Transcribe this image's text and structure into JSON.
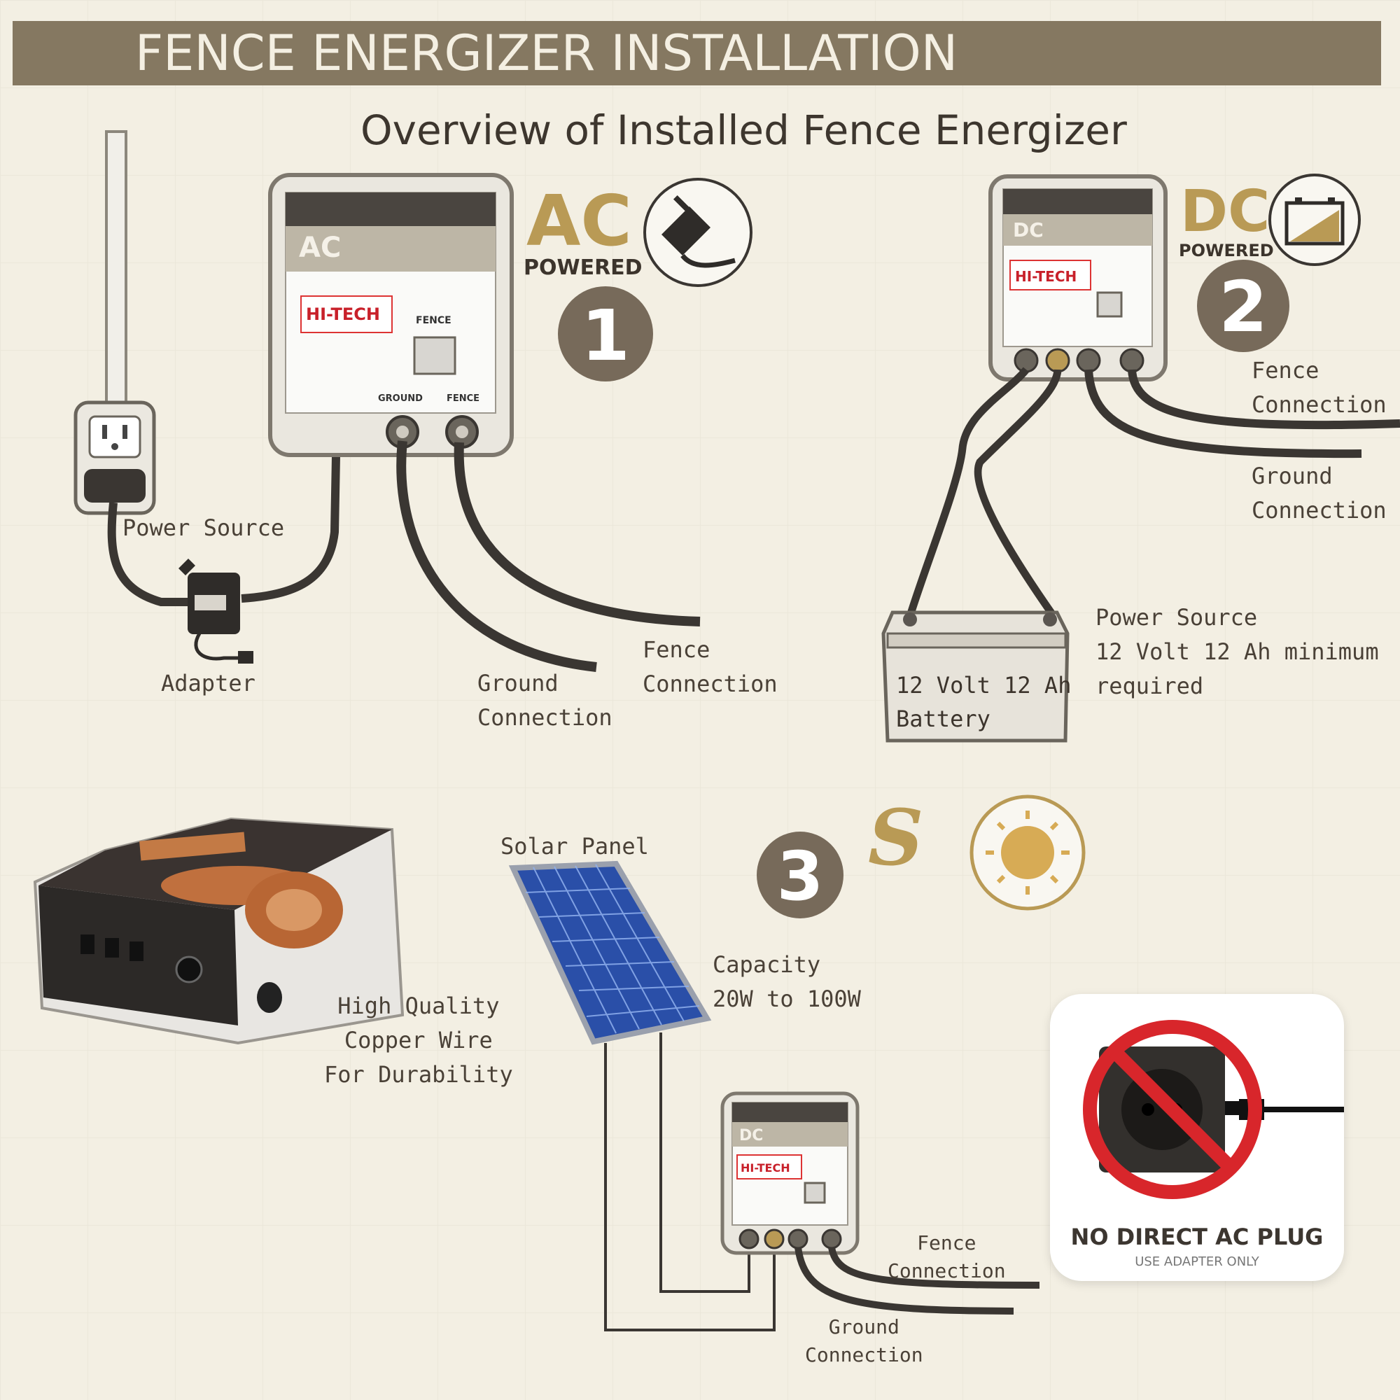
{
  "title": "FENCE ENERGIZER INSTALLATION",
  "subtitle": "Overview of Installed Fence Energizer",
  "ac_section": {
    "number": "1",
    "mode": "AC",
    "mode_sub": "POWERED",
    "device_badge": "AC",
    "brand": "HI-TECH",
    "device_fence_label": "FENCE",
    "terminal_ground": "GROUND",
    "terminal_fence": "FENCE",
    "label_power_source": "Power Source",
    "label_adapter": "Adapter",
    "label_ground": "Ground\nConnection",
    "label_fence": "Fence\nConnection"
  },
  "dc_section": {
    "number": "2",
    "mode": "DC",
    "mode_sub": "POWERED",
    "device_badge": "DC",
    "brand": "HI-TECH",
    "label_fence": "Fence\nConnection",
    "label_ground": "Ground\nConnection",
    "battery_label": "12 Volt 12 Ah\nBattery",
    "label_power_source": "Power Source\n12 Volt 12 Ah minimum\nrequired"
  },
  "solar_section": {
    "number": "3",
    "mode": "S",
    "label_solar_panel": "Solar Panel",
    "label_capacity": "Capacity\n20W to 100W",
    "device_badge": "DC",
    "brand": "HI-TECH",
    "label_fence": "Fence\nConnection",
    "label_ground": "Ground\nConnection"
  },
  "copper": {
    "label": "High Quality\nCopper Wire\nFor Durability"
  },
  "warning": {
    "title": "NO DIRECT AC PLUG",
    "subtitle": "USE ADAPTER ONLY"
  },
  "colors": {
    "banner": "#857861",
    "gold": "#b99a55",
    "badge": "#776a5a",
    "background": "#f3efe3",
    "cable": "#3a3632",
    "prohibit_red": "#d8262b"
  }
}
